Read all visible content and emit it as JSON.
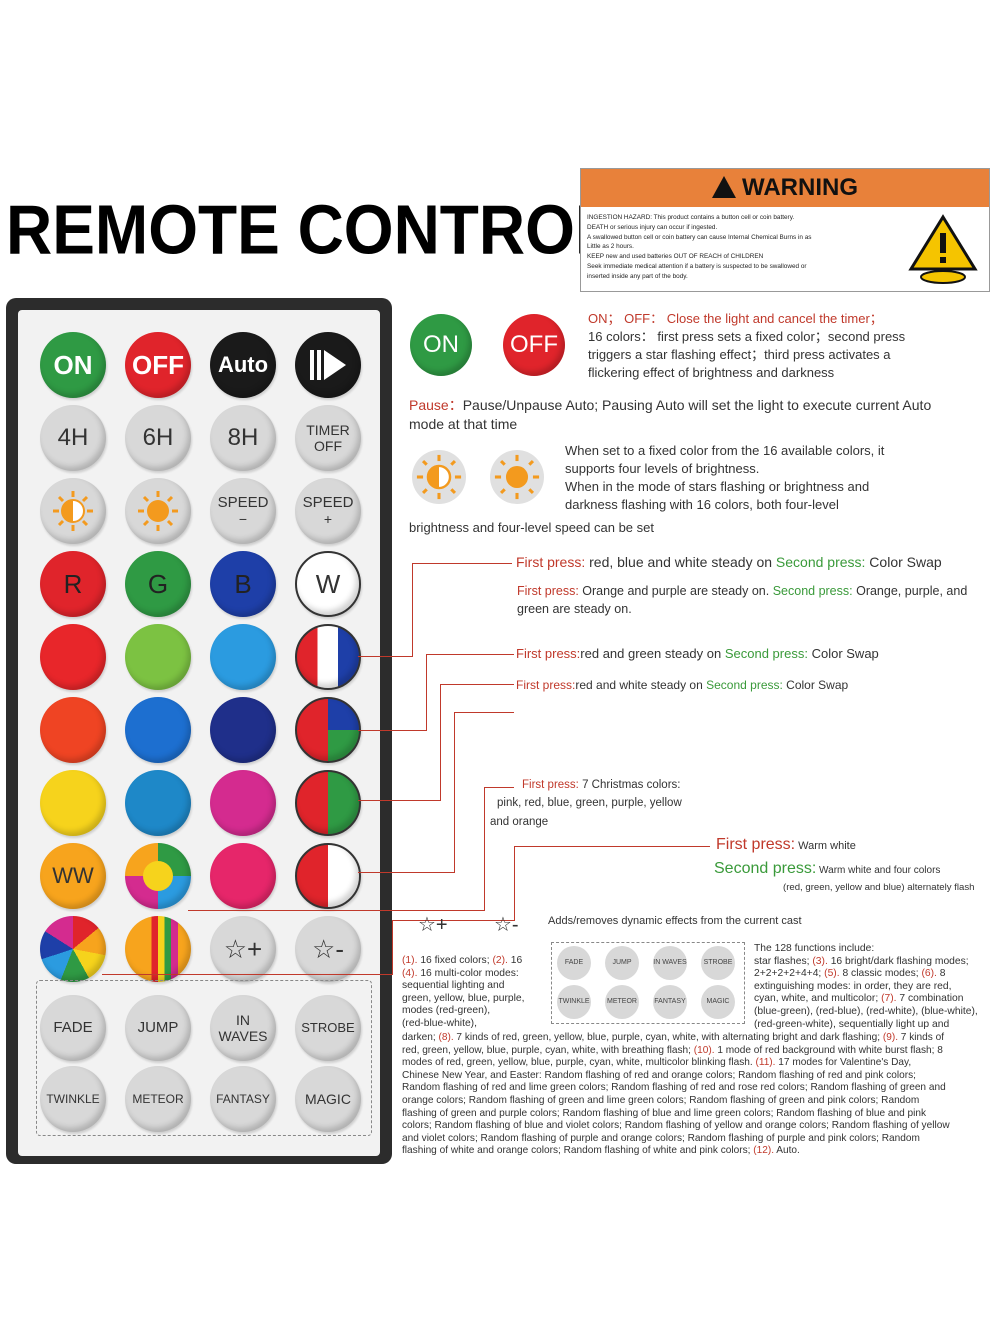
{
  "title": "REMOTE CONTROLLER",
  "warning": {
    "heading": "WARNING",
    "lines": [
      "INGESTION HAZARD: This product contains a button cell or coin battery.",
      "DEATH or serious injury can occur if ingested.",
      "A swallowed button cell or coin battery can cause Internal Chemical Burns in as",
      "Little as 2 hours.",
      "KEEP new and used batteries OUT OF REACH of CHILDREN",
      "Seek immediate medical attention if a battery is suspected to be swallowed or",
      "inserted inside any part of the body."
    ]
  },
  "remote": {
    "row1": [
      "ON",
      "OFF",
      "Auto"
    ],
    "row2": [
      "4H",
      "6H",
      "8H",
      "TIMER",
      "OFF"
    ],
    "row3": [
      "SPEED",
      "−",
      "SPEED",
      "+"
    ],
    "row4": [
      "R",
      "G",
      "B",
      "W"
    ],
    "ww": "WW",
    "star_plus": "☆+",
    "star_minus": "☆-",
    "modes": [
      "FADE",
      "JUMP",
      "IN",
      "WAVES",
      "STROBE",
      "TWINKLE",
      "METEOR",
      "FANTASY",
      "MAGIC"
    ]
  },
  "onoff": {
    "on": "ON",
    "off": "OFF",
    "line1": "ON；  OFF：  Close the light and cancel the timer；",
    "line2": "16 colors：  first press sets a fixed color；second press",
    "line3": "triggers a star flashing effect；third press activates a",
    "line4": "flickering effect of brightness and darkness"
  },
  "pause": {
    "label": "Pause：",
    "text": "Pause/Unpause Auto; Pausing Auto will set the light to execute current Auto",
    "text2": "mode at that time"
  },
  "brightness": {
    "line1": "When set to a fixed color from the 16 available colors, it",
    "line2": "supports four levels of brightness.",
    "line3": "When in the mode of stars flashing or brightness and",
    "line4": "darkness flashing with 16 colors, both four-level",
    "line5": "brightness and four-level speed can be set"
  },
  "callouts": {
    "c1_first": "First press:",
    "c1_text": " red, blue and white steady on ",
    "c1_second": "Second press:",
    "c1_text2": " Color Swap",
    "c2_first": "First press:",
    "c2_text": " Orange and purple are steady on. ",
    "c2_second": "Second press:",
    "c2_text2": " Orange, purple, and",
    "c2_text3": "green are steady on.",
    "c3_first": "First press:",
    "c3_text": "red and green steady on ",
    "c3_second": "Second press:",
    "c3_text2": " Color Swap",
    "c4_first": "First press:",
    "c4_text": "red and white steady on ",
    "c4_second": "Second press:",
    "c4_text2": " Color Swap",
    "c5_first": "First press:",
    "c5_text": " 7 Christmas colors:",
    "c5_text2": "pink, red, blue, green, purple, yellow",
    "c5_text3": "and orange",
    "c6_first": "First press:",
    "c6_text": " Warm white",
    "c6_second": "Second press:",
    "c6_text2": " Warm white and four colors",
    "c6_text3": "(red, green, yellow and blue)   alternately flash",
    "stars_text": "Adds/removes dynamic effects from the current cast",
    "star_plus": "☆+",
    "star_minus": "☆-"
  },
  "mini_modes": [
    "FADE",
    "JUMP",
    "IN WAVES",
    "STROBE",
    "TWINKLE",
    "METEOR",
    "FANTASY",
    "MAGIC"
  ],
  "functions": {
    "header": "The 128 functions include:",
    "p1": "(1).",
    "p1t": " 16 fixed colors; ",
    "p2": "(2).",
    "p2t": " 16",
    "p3a": "star flashes; ",
    "p3": "(3).",
    "p3t": " 16 bright/dark flashing modes;",
    "p4": "(4).",
    "p4t": " 16 multi-color modes:",
    "p5a": "2+2+2+2+4+4; ",
    "p5": "(5).",
    "p5t": " 8 classic modes; ",
    "p6": "(6).",
    "p6t": " 8",
    "left1": "sequential lighting and",
    "left2": "green, yellow, blue, purple,",
    "left3": "modes (red-green),",
    "left4": "(red-blue-white),",
    "right1": "extinguishing modes: in order, they are red,",
    "right2": "cyan, white, and multicolor; ",
    "p7": "(7).",
    "p7t": " 7 combination",
    "right3": "(blue-green), (red-blue), (red-white), (blue-white),",
    "right4": "(red-green-white), sequentially light up and",
    "full1a": "darken; ",
    "p8": "(8).",
    "full1b": " 7 kinds of red, green, yellow, blue, purple, cyan, white, with alternating bright and dark flashing; ",
    "p9": "(9).",
    "full1c": " 7 kinds of",
    "full2a": "red, green, yellow, blue, purple, cyan, white, with breathing flash; ",
    "p10": "(10).",
    "full2b": " 1 mode of red background with white burst flash; 8",
    "full3a": "modes of red, green, yellow, blue, purple, cyan, white, multicolor blinking flash. ",
    "p11": "(11).",
    "full3b": " 17 modes for Valentine's Day,",
    "full4": "Chinese New Year, and Easter: Random flashing of red and orange colors; Random flashing of red and pink colors;",
    "full5": "Random flashing of red and lime green colors; Random flashing of red and rose red colors; Random flashing of green and",
    "full6": "orange colors; Random flashing of green and lime green colors; Random flashing of green and pink colors; Random",
    "full7": "flashing of green and purple colors; Random flashing of blue and lime green colors; Random flashing of blue and pink",
    "full8": "colors; Random flashing of blue and violet colors; Random flashing of yellow and orange colors; Random flashing of yellow",
    "full9": "and violet colors; Random flashing of purple and orange colors; Random flashing of purple and pink colors; Random",
    "full10a": "flashing of white and orange colors; Random flashing of white and pink colors; ",
    "p12": "(12).",
    "full10b": " Auto."
  },
  "colors": {
    "on_green": "#2f9a44",
    "off_red": "#e0242b",
    "warning_orange": "#e8813a",
    "callout_red": "#c0392b",
    "callout_green": "#3a9a3a"
  }
}
